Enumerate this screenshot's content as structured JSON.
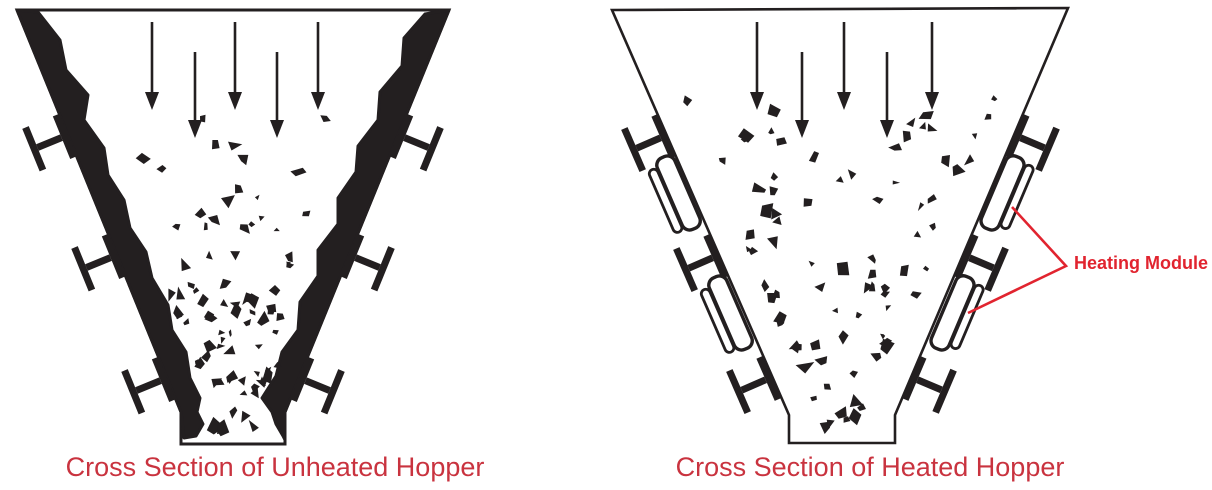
{
  "colors": {
    "ink": "#231f20",
    "paper": "#ffffff",
    "caption-red": "#c9333f",
    "annotation-red": "#e1242f"
  },
  "panels": {
    "unheated": {
      "caption": "Cross Section of Unheated Hopper"
    },
    "heated": {
      "caption": "Cross Section of Heated Hopper",
      "annotation_label": "Heating Module"
    }
  },
  "diagram": {
    "feed_arrows_per_hopper": 5,
    "i_beams_per_wall": 3,
    "heating_modules_per_wall": 2
  }
}
